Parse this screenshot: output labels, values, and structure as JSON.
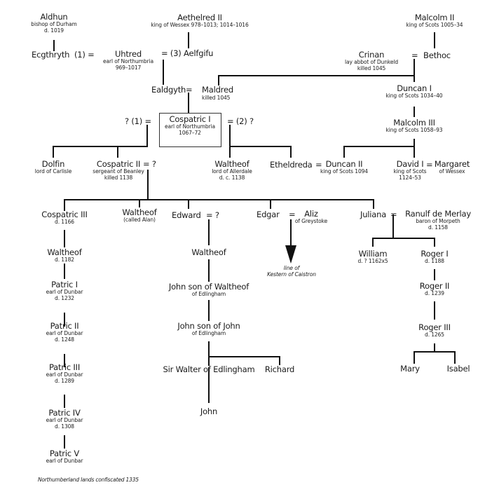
{
  "title": "Descendants of Cospatric I, earl of Northumbria",
  "people": {
    "aldhun": {
      "name": "Aldhun",
      "sub": [
        "bishop of Durham",
        "d. 1019"
      ]
    },
    "aethelred": {
      "name": "Aethelred II",
      "sub": [
        "king of Wessex 978–1013; 1014–1016"
      ]
    },
    "malcolm2": {
      "name": "Malcolm II",
      "sub": [
        "king of Scots 1005–34"
      ]
    },
    "ecgthryth": {
      "name": "Ecgthryth"
    },
    "uhtred": {
      "name": "Uhtred",
      "sub": [
        "earl of Northumbria",
        "969–1017"
      ]
    },
    "aelfgifu": {
      "name": "Aelfgifu"
    },
    "crinan": {
      "name": "Crinan",
      "sub": [
        "lay abbot of Dunkeld",
        "killed 1045"
      ]
    },
    "bethoc": {
      "name": "Bethoc"
    },
    "ealdgyth": {
      "name": "Ealdgyth"
    },
    "maldred": {
      "name": "Maldred",
      "sub": [
        "killed 1045"
      ]
    },
    "duncan1": {
      "name": "Duncan I",
      "sub": [
        "king of Scots 1034–40"
      ]
    },
    "cospatric1": {
      "name": "Cospatric I",
      "sub": [
        "earl of Northumbria",
        "1067–72"
      ]
    },
    "malcolm3": {
      "name": "Malcolm III",
      "sub": [
        "king of Scots 1058–93"
      ]
    },
    "dolfin": {
      "name": "Dolfin",
      "sub": [
        "lord of Carlisle"
      ]
    },
    "cospatric2": {
      "name": "Cospatric II",
      "sub": [
        "sergeant of Beanley",
        "killed 1138"
      ]
    },
    "waltheof_allerdale": {
      "name": "Waltheof",
      "sub": [
        "lord of Allerdale",
        "d. c. 1138"
      ]
    },
    "etheldreda": {
      "name": "Etheldreda"
    },
    "duncan2": {
      "name": "Duncan II",
      "sub": [
        "king of Scots 1094"
      ]
    },
    "david1": {
      "name": "David I",
      "sub": [
        "king of Scots",
        "1124–53"
      ]
    },
    "margaret": {
      "name": "Margaret",
      "sub": [
        "of Wessex"
      ]
    },
    "cospatric3": {
      "name": "Cospatric III",
      "sub": [
        "d. 1166"
      ]
    },
    "waltheof_alan": {
      "name": "Waltheof",
      "sub": [
        "(called Alan)"
      ]
    },
    "edward": {
      "name": "Edward"
    },
    "edgar": {
      "name": "Edgar"
    },
    "aliz": {
      "name": "Aliz",
      "sub": [
        "of Greystoke"
      ]
    },
    "juliana": {
      "name": "Juliana"
    },
    "ranulf": {
      "name": "Ranulf de Merlay",
      "sub": [
        "baron of Morpeth",
        "d. 1158"
      ]
    },
    "waltheof_d1182": {
      "name": "Waltheof",
      "sub": [
        "d. 1182"
      ]
    },
    "waltheof_edward_son": {
      "name": "Waltheof"
    },
    "william": {
      "name": "William",
      "sub": [
        "d. ? 1162x5"
      ]
    },
    "roger1": {
      "name": "Roger I",
      "sub": [
        "d. 1188"
      ]
    },
    "patric1": {
      "name": "Patric I",
      "sub": [
        "earl of Dunbar",
        "d. 1232"
      ]
    },
    "john_son_of_waltheof": {
      "name": "John son of Waltheof",
      "sub": [
        "of Edlingham"
      ]
    },
    "roger2": {
      "name": "Roger II",
      "sub": [
        "d. 1239"
      ]
    },
    "patric2": {
      "name": "Patric II",
      "sub": [
        "earl of Dunbar",
        "d. 1248"
      ]
    },
    "john_son_of_john": {
      "name": "John son of John",
      "sub": [
        "of Edlingham"
      ]
    },
    "roger3": {
      "name": "Roger III",
      "sub": [
        "d. 1265"
      ]
    },
    "patric3": {
      "name": "Patric III",
      "sub": [
        "earl of Dunbar",
        "d. 1289"
      ]
    },
    "sir_walter": {
      "name": "Sir Walter of Edlingham"
    },
    "richard": {
      "name": "Richard"
    },
    "mary": {
      "name": "Mary"
    },
    "isabel": {
      "name": "Isabel"
    },
    "patric4": {
      "name": "Patric IV",
      "sub": [
        "earl of Dunbar",
        "d. 1308"
      ]
    },
    "john": {
      "name": "John"
    },
    "patric5": {
      "name": "Patric V",
      "sub": [
        "earl of Dunbar"
      ]
    }
  },
  "marks": {
    "m_ecg": "(1)  =",
    "m_aelf": "=  (3) Aelfgifu",
    "m_crinan": "=",
    "m_ealdgyth": "=",
    "m_cos_1": "? (1)  =",
    "m_cos_2": "=  (2) ?",
    "m_cos2": "=  ?",
    "m_eth": "=",
    "m_david": "=",
    "m_edward": "=  ?",
    "m_edgar": "=",
    "m_juliana": "="
  },
  "line_note": [
    "line of",
    "Kestern of Caistron"
  ],
  "footnote": "Northumberland lands confiscated 1335"
}
